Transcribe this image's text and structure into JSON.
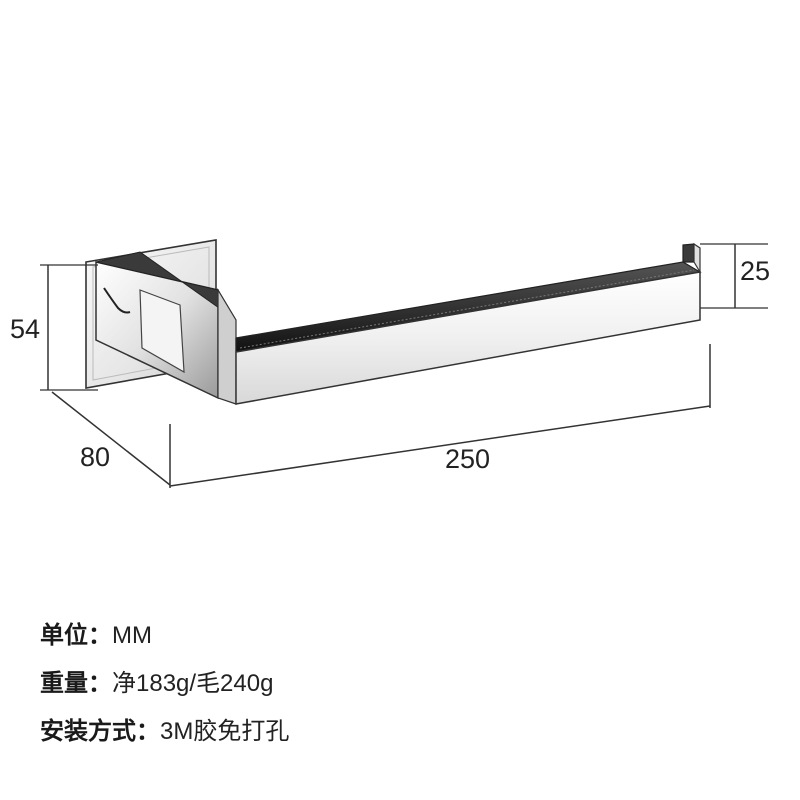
{
  "dimensions": {
    "height": "54",
    "depth": "80",
    "length": "250",
    "hook_height": "25"
  },
  "specs": [
    {
      "key": "单位：",
      "value": "MM"
    },
    {
      "key": "重量：",
      "value": "净183g/毛240g"
    },
    {
      "key": "安装方式：",
      "value": "3M胶免打孔"
    }
  ],
  "colors": {
    "line": "#333333",
    "metal_dark": "#2b2b2b",
    "metal_light": "#f2f2f2",
    "text": "#222222"
  }
}
